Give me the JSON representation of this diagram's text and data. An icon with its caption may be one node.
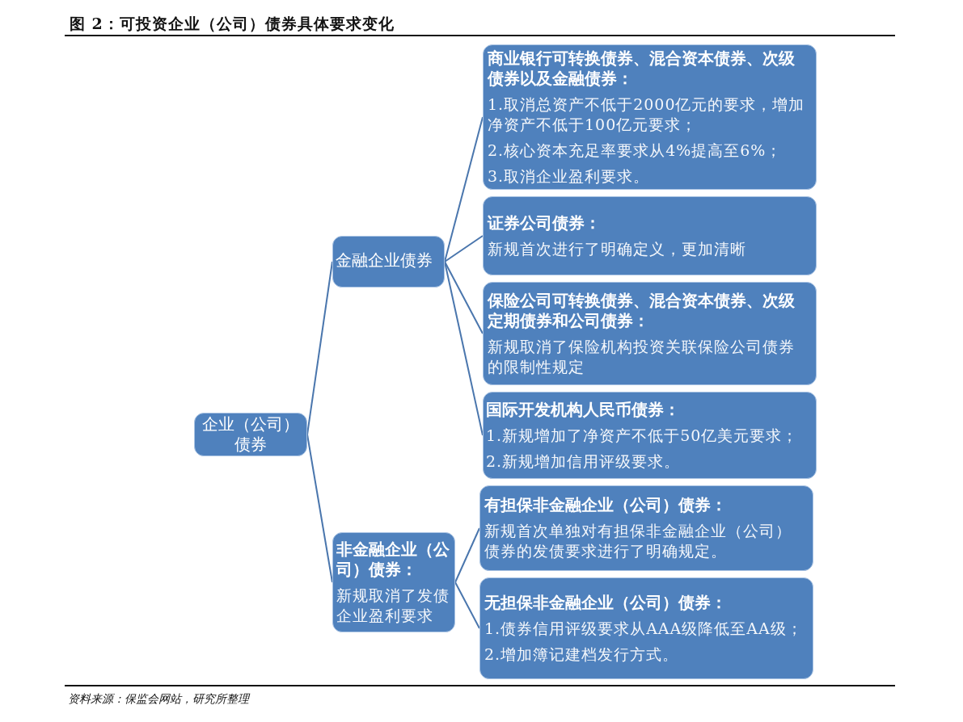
{
  "diagram": {
    "title": "图 2：可投资企业（公司）债券具体要求变化",
    "caption": "资料来源：保监会网站，研究所整理",
    "nodes": [
      {
        "text": [
          "企业（公司）债券"
        ]
      },
      {
        "text": [
          "金融企业债券"
        ]
      },
      {
        "text": [
          "商业银行可转换债券、混合资本债券、次级债券以及金融债券：",
          "1.取消总资产不低于2000亿元的要求，增加净资产不低于100亿元要求；",
          "2.核心资本充足率要求从4%提高至6%；",
          "3.取消企业盈利要求。"
        ]
      },
      {
        "text": [
          "证券公司债券：",
          "新规首次进行了明确定义，更加清晰"
        ]
      },
      {
        "text": [
          "保险公司可转换债券、混合资本债券、次级定期债券和公司债券：",
          "新规取消了保险机构投资关联保险公司债券的限制性规定"
        ]
      },
      {
        "text": [
          "国际开发机构人民币债券：",
          "1.新规增加了净资产不低于50亿美元要求；",
          "2.新规增加信用评级要求。"
        ]
      },
      {
        "text": [
          "非金融企业（公司）债券：",
          "新规取消了发债企业盈利要求"
        ]
      },
      {
        "text": [
          "有担保非金融企业（公司）债券：",
          "新规首次单独对有担保非金融企业（公司）债券的发债要求进行了明确规定。"
        ]
      },
      {
        "text": [
          "无担保非金融企业（公司）债券：",
          "1.债券信用评级要求从AAA级降低至AA级；",
          "2.增加簿记建档发行方式。"
        ]
      }
    ],
    "edges": [
      {
        "from": 0,
        "to": 1,
        "arrow": "none"
      },
      {
        "from": 0,
        "to": 6,
        "arrow": "none"
      },
      {
        "from": 1,
        "to": 2,
        "arrow": "none"
      },
      {
        "from": 1,
        "to": 3,
        "arrow": "none"
      },
      {
        "from": 1,
        "to": 4,
        "arrow": "none"
      },
      {
        "from": 1,
        "to": 5,
        "arrow": "none"
      },
      {
        "from": 6,
        "to": 7,
        "arrow": "none"
      },
      {
        "from": 6,
        "to": 8,
        "arrow": "none"
      }
    ]
  }
}
